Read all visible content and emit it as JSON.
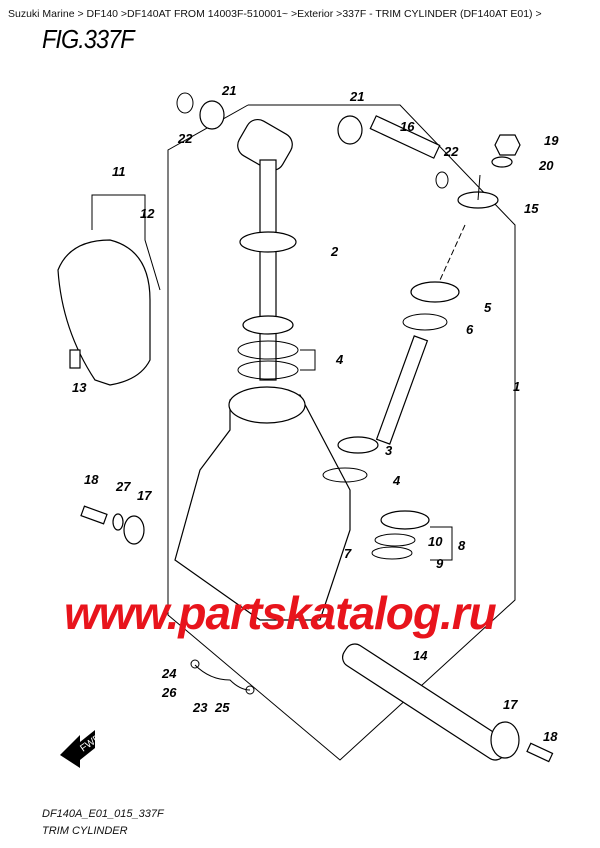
{
  "breadcrumb": "Suzuki Marine > DF140 >DF140AT FROM 14003F-510001~ >Exterior >337F - TRIM CYLINDER (DF140AT E01) >",
  "figure_title": "FIG.337F",
  "diagram_code": "DF140A_E01_015_337F",
  "caption": "TRIM CYLINDER",
  "watermark": "www.partskatalog.ru",
  "fwd_label": "FWD",
  "colors": {
    "watermark": "#e8141c",
    "line": "#000000",
    "red_callout": "#e8141c"
  },
  "callouts": [
    "21",
    "22",
    "21",
    "16",
    "22",
    "19",
    "20",
    "15",
    "11",
    "12",
    "2",
    "5",
    "6",
    "4",
    "1",
    "3",
    "4",
    "8",
    "10",
    "9",
    "7",
    "18",
    "27",
    "17",
    "13",
    "14",
    "17",
    "18",
    "24",
    "26",
    "23",
    "25"
  ]
}
